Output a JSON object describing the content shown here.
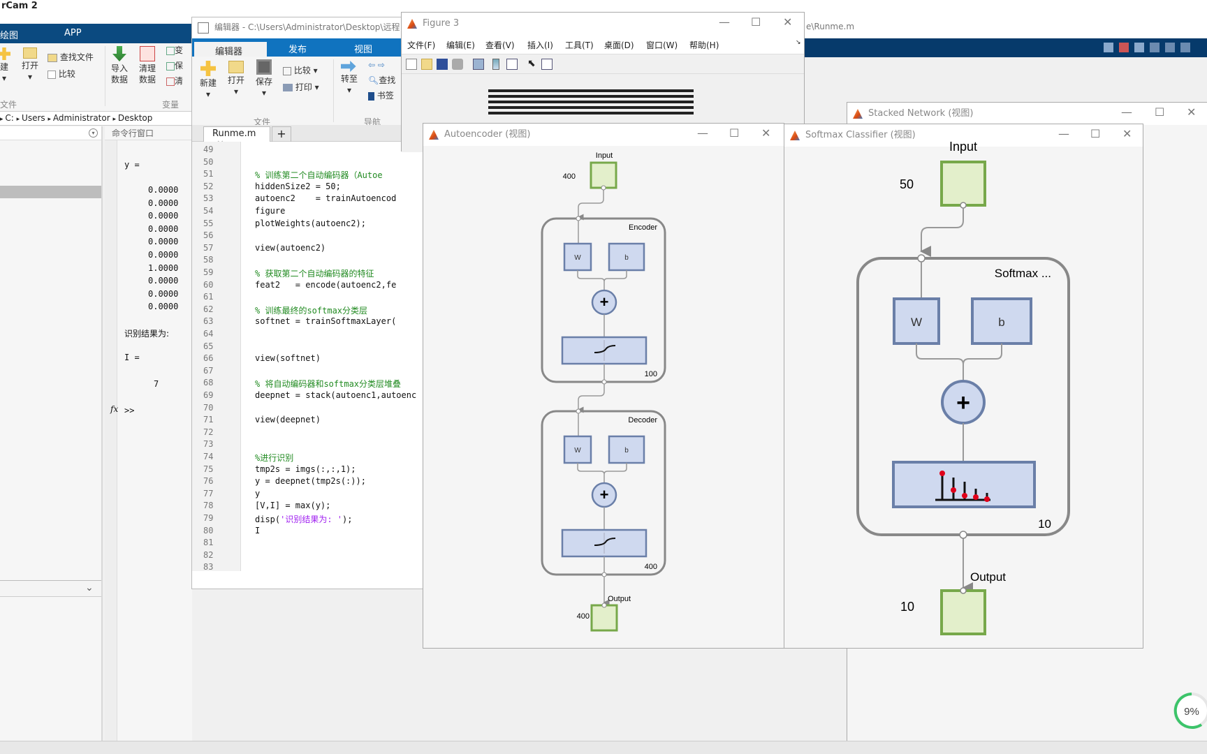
{
  "main": {
    "title_fragment": "rCam 2",
    "tabs": [
      "绘图",
      "APP"
    ],
    "ribbon": {
      "new_label": "建",
      "open_label": "打开",
      "find_files": "查找文件",
      "compare": "比较",
      "import_data": [
        "导入",
        "数据"
      ],
      "clean_data": [
        "清理",
        "数据"
      ],
      "var_new": "变",
      "var_save": "保",
      "var_clear": "清",
      "section_file": "文件",
      "section_variable": "变量"
    },
    "breadcrumb": [
      "C:",
      "Users",
      "Administrator",
      "Desktop"
    ],
    "command_window": {
      "title": "命令行窗口",
      "y_label": "y =",
      "y_values": [
        "0.0000",
        "0.0000",
        "0.0000",
        "0.0000",
        "0.0000",
        "0.0000",
        "1.0000",
        "0.0000",
        "0.0000",
        "0.0000"
      ],
      "result_label": "识别结果为:",
      "i_label": "I =",
      "i_value": "7",
      "prompt": ">>",
      "fx": "fx"
    }
  },
  "editor": {
    "title": "编辑器 - C:\\Users\\Administrator\\Desktop\\远程",
    "title_tail": "e\\Runme.m",
    "tabs": [
      "编辑器",
      "发布",
      "视图"
    ],
    "ribbon": {
      "new": "新建",
      "open": "打开",
      "save": "保存",
      "compare": "比较",
      "print": "打印",
      "goto": "转至",
      "find": "查找",
      "bookmark": "书签",
      "section_file": "文件",
      "section_nav": "导航"
    },
    "file_tab": "Runme.m",
    "add_tab": "+",
    "lines": [
      {
        "n": "49",
        "t": "",
        "c": ""
      },
      {
        "n": "50",
        "t": "",
        "c": ""
      },
      {
        "n": "51",
        "t": "% 训练第二个自动编码器（Autoe",
        "c": "cm"
      },
      {
        "n": "52",
        "t": "hiddenSize2 = 50;",
        "c": ""
      },
      {
        "n": "53",
        "t": "autoenc2    = trainAutoencod",
        "c": ""
      },
      {
        "n": "54",
        "t": "figure",
        "c": ""
      },
      {
        "n": "55",
        "t": "plotWeights(autoenc2);",
        "c": ""
      },
      {
        "n": "56",
        "t": "",
        "c": ""
      },
      {
        "n": "57",
        "t": "view(autoenc2)",
        "c": ""
      },
      {
        "n": "58",
        "t": "",
        "c": ""
      },
      {
        "n": "59",
        "t": "% 获取第二个自动编码器的特征",
        "c": "cm"
      },
      {
        "n": "60",
        "t": "feat2   = encode(autoenc2,fe",
        "c": ""
      },
      {
        "n": "61",
        "t": "",
        "c": ""
      },
      {
        "n": "62",
        "t": "% 训练最终的softmax分类层",
        "c": "cm"
      },
      {
        "n": "63",
        "t": "softnet = trainSoftmaxLayer(",
        "c": ""
      },
      {
        "n": "64",
        "t": "",
        "c": ""
      },
      {
        "n": "65",
        "t": "",
        "c": ""
      },
      {
        "n": "66",
        "t": "view(softnet)",
        "c": ""
      },
      {
        "n": "67",
        "t": "",
        "c": ""
      },
      {
        "n": "68",
        "t": "% 将自动编码器和softmax分类层堆叠",
        "c": "cm"
      },
      {
        "n": "69",
        "t": "deepnet = stack(autoenc1,autoenc",
        "c": ""
      },
      {
        "n": "70",
        "t": "",
        "c": ""
      },
      {
        "n": "71",
        "t": "view(deepnet)",
        "c": ""
      },
      {
        "n": "72",
        "t": "",
        "c": ""
      },
      {
        "n": "73",
        "t": "",
        "c": ""
      },
      {
        "n": "74",
        "t": "%进行识别",
        "c": "cm"
      },
      {
        "n": "75",
        "t": "tmp2s = imgs(:,:,1);",
        "c": ""
      },
      {
        "n": "76",
        "t": "y = deepnet(tmp2s(:));",
        "c": ""
      },
      {
        "n": "77",
        "t": "y",
        "c": ""
      },
      {
        "n": "78",
        "t": "[V,I] = max(y);",
        "c": ""
      },
      {
        "n": "79",
        "t": "disp('识别结果为: ');",
        "c": "disp"
      },
      {
        "n": "80",
        "t": "I",
        "c": ""
      },
      {
        "n": "81",
        "t": "",
        "c": ""
      },
      {
        "n": "82",
        "t": "",
        "c": ""
      },
      {
        "n": "83",
        "t": "",
        "c": ""
      }
    ]
  },
  "figure3": {
    "title": "Figure 3",
    "menu": [
      "文件(F)",
      "编辑(E)",
      "查看(V)",
      "插入(I)",
      "工具(T)",
      "桌面(D)",
      "窗口(W)",
      "帮助(H)"
    ]
  },
  "autoencoder_view": {
    "title": "Autoencoder (视图)",
    "input_label": "Input",
    "input_size": "400",
    "encoder_label": "Encoder",
    "encoder_size": "100",
    "decoder_label": "Decoder",
    "decoder_size": "400",
    "output_label": "Output",
    "output_size": "400",
    "w": "W",
    "b": "b"
  },
  "softmax_view": {
    "title": "Softmax Classifier (视图)",
    "input_label": "Input",
    "input_size": "50",
    "layer_label": "Softmax ...",
    "layer_size": "10",
    "output_label": "Output",
    "output_size": "10",
    "w": "W",
    "b": "b"
  },
  "stacked_view": {
    "title": "Stacked Network (视图)"
  },
  "recording_progress": "9%",
  "colors": {
    "matlab_blue": "#0b4a80",
    "editor_tab_blue": "#1073bf",
    "node_fill": "#cfd9ef",
    "node_stroke": "#6a7fa8",
    "io_fill": "#e3efcb",
    "io_stroke": "#77a84a"
  }
}
